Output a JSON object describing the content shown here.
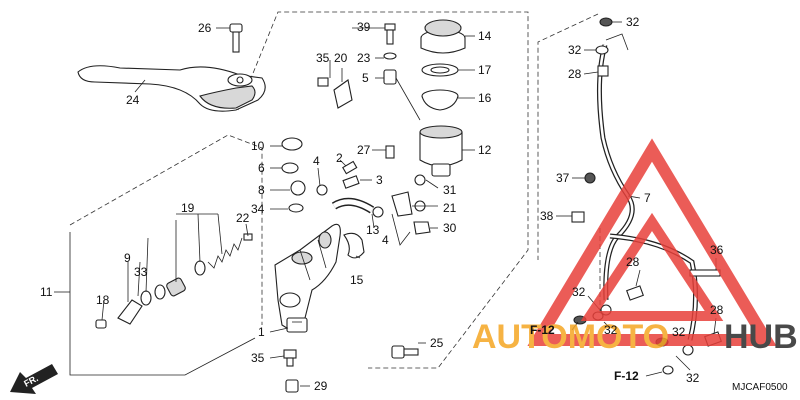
{
  "diagram": {
    "code": "MJCAF0500",
    "direction_label": "FR.",
    "ref_labels": [
      "F-12",
      "F-12"
    ],
    "watermark": {
      "text_orange": "AUTOMOTO",
      "text_dark": "HUB",
      "color_red": "#e8403a",
      "color_orange": "#f5a623",
      "color_dark": "#2a2a2a"
    },
    "callouts": {
      "c1": "1",
      "c2": "2",
      "c3": "3",
      "c4a": "4",
      "c4b": "4",
      "c5": "5",
      "c6": "6",
      "c7": "7",
      "c8": "8",
      "c9": "9",
      "c10": "10",
      "c11": "11",
      "c12": "12",
      "c13": "13",
      "c14": "14",
      "c15": "15",
      "c16": "16",
      "c17": "17",
      "c18": "18",
      "c19": "19",
      "c20": "20",
      "c21": "21",
      "c22": "22",
      "c23": "23",
      "c24": "24",
      "c25": "25",
      "c26": "26",
      "c27": "27",
      "c28a": "28",
      "c28b": "28",
      "c28c": "28",
      "c29": "29",
      "c30": "30",
      "c31": "31",
      "c32a": "32",
      "c32b": "32",
      "c32c": "32",
      "c32d": "32",
      "c32e": "32",
      "c32f": "32",
      "c33": "33",
      "c34": "34",
      "c35a": "35",
      "c35b": "35",
      "c36": "36",
      "c37": "37",
      "c38": "38",
      "c39": "39"
    }
  }
}
